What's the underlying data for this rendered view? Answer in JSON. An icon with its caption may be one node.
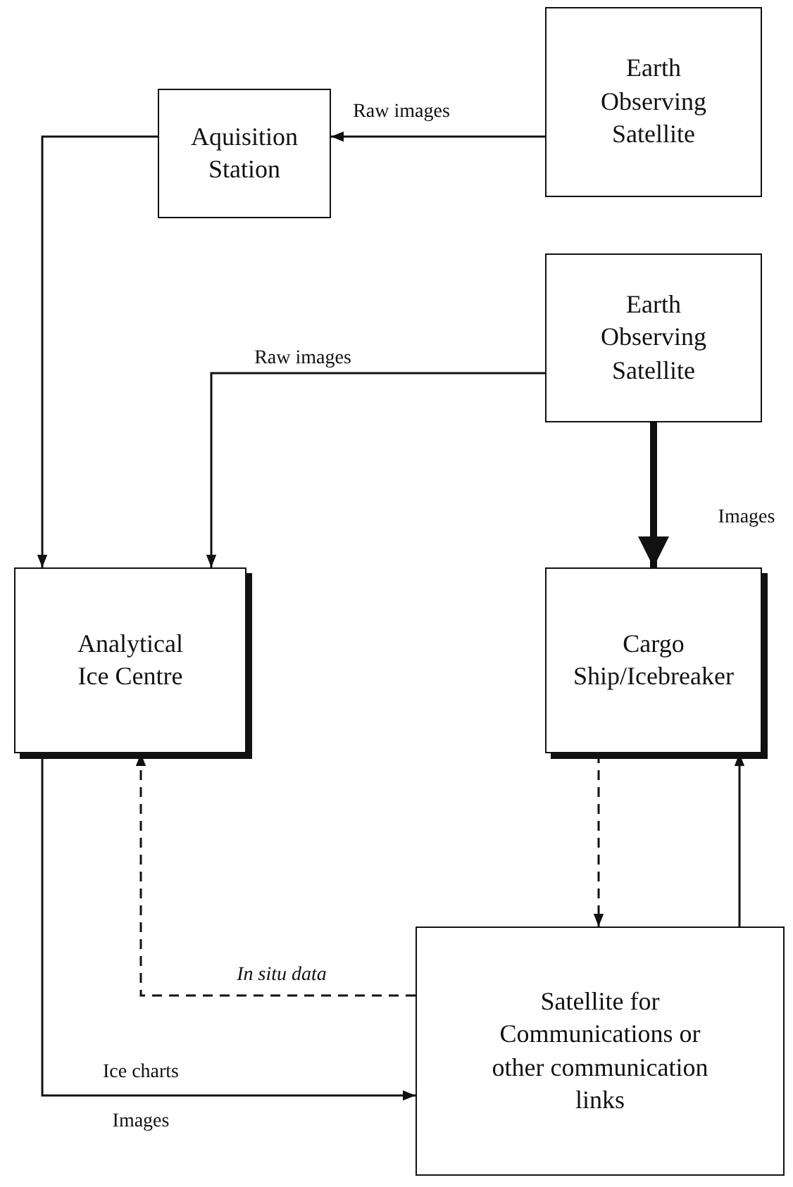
{
  "diagram": {
    "nodes": [
      {
        "text": [
          "Earth Observing Satellite"
        ]
      },
      {
        "text": [
          "Aquisition Station"
        ]
      },
      {
        "text": [
          "Earth Observing Satellite"
        ]
      },
      {
        "text": [
          "Analytical Ice Centre"
        ]
      },
      {
        "text": [
          "Cargo Ship/Icebreaker"
        ]
      },
      {
        "text": [
          "Satellite for Communications or other communication links"
        ]
      }
    ],
    "edges": [
      {
        "from": 0,
        "to": 1,
        "arrow": "to",
        "label": "Raw images"
      },
      {
        "from": 1,
        "to": 3,
        "arrow": "to"
      },
      {
        "from": 2,
        "to": 3,
        "arrow": "to",
        "label": "Raw images"
      },
      {
        "from": 2,
        "to": 4,
        "arrow": "to",
        "label": "Images",
        "style": "thick"
      },
      {
        "from": 5,
        "to": 3,
        "arrow": "to",
        "label": "In situ data",
        "style": "dashed"
      },
      {
        "from": 3,
        "to": 5,
        "arrow": "to",
        "label": "Ice charts"
      },
      {
        "from": 4,
        "to": 5,
        "arrow": "to",
        "style": "dashed"
      },
      {
        "from": 5,
        "to": 4,
        "arrow": "to"
      }
    ],
    "labels": [
      "Images"
    ]
  }
}
